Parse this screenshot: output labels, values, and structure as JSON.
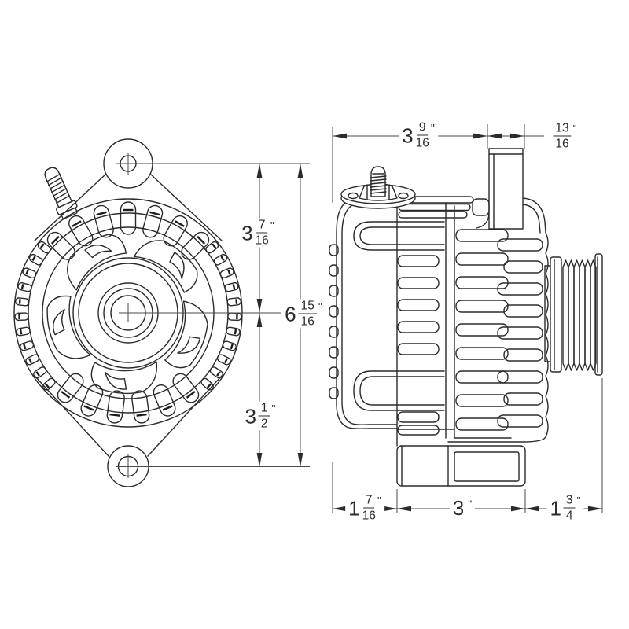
{
  "drawing": {
    "title": "alternator-dimensional-drawing",
    "background": "#ffffff",
    "line_color": "#2b2b2b",
    "views": {
      "front": "front-view",
      "side": "side-view"
    },
    "dimensions": {
      "front_upper": {
        "whole": "3",
        "num": "7",
        "den": "16",
        "unit": "\""
      },
      "front_total": {
        "whole": "6",
        "num": "15",
        "den": "16",
        "unit": "\""
      },
      "front_lower": {
        "whole": "3",
        "num": "1",
        "den": "2",
        "unit": "\""
      },
      "side_overall_width": {
        "whole": "3",
        "num": "9",
        "den": "16",
        "unit": "\""
      },
      "side_lug_width": {
        "whole": "",
        "num": "13",
        "den": "16",
        "unit": "\""
      },
      "side_rear_depth": {
        "whole": "1",
        "num": "7",
        "den": "16",
        "unit": "\""
      },
      "side_case_width": {
        "whole": "3",
        "num": "",
        "den": "",
        "unit": "\""
      },
      "side_pulley_depth": {
        "whole": "1",
        "num": "3",
        "den": "4",
        "unit": "\""
      }
    }
  }
}
